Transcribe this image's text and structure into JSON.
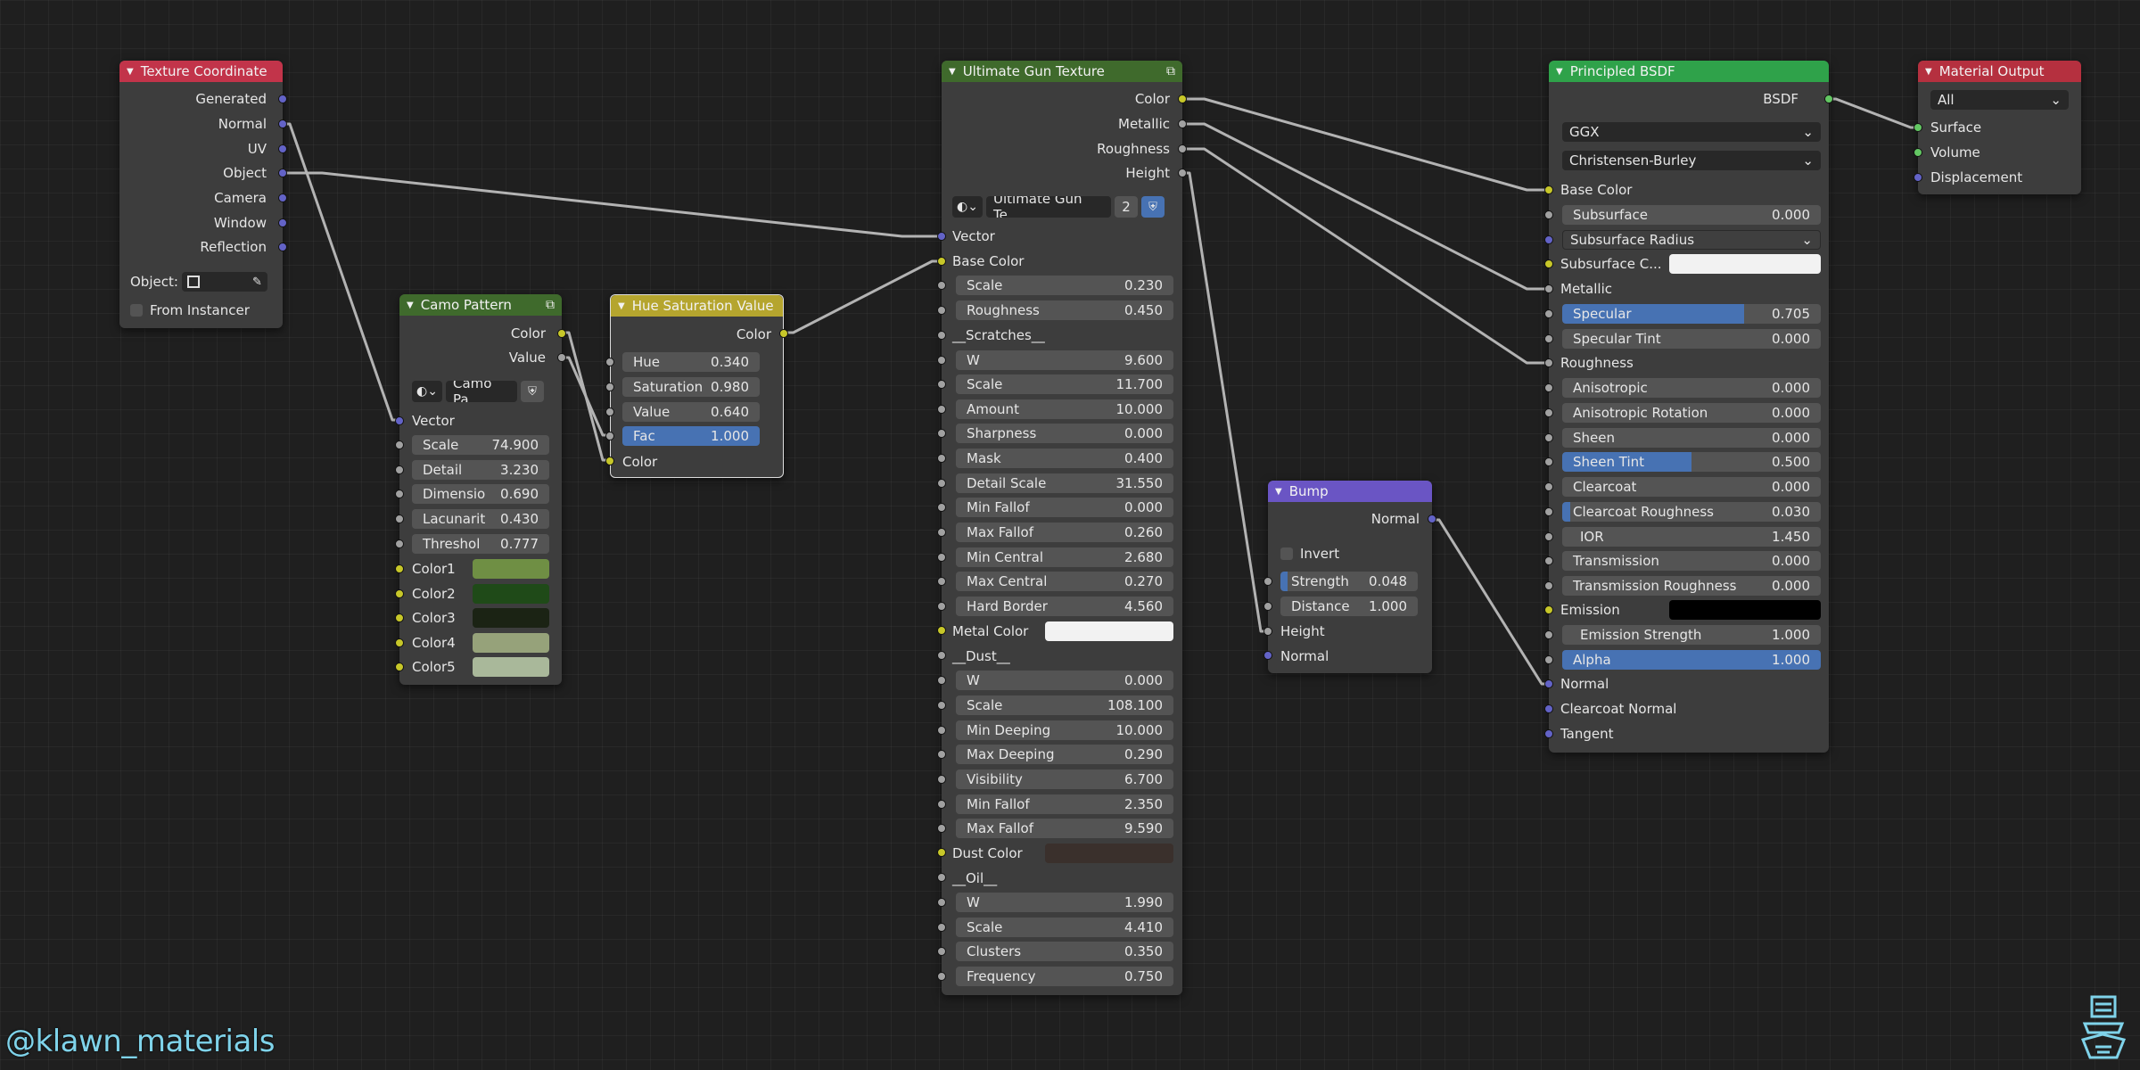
{
  "nodes": {
    "texture_coordinate": {
      "title": "Texture Coordinate",
      "outputs": [
        "Generated",
        "Normal",
        "UV",
        "Object",
        "Camera",
        "Window",
        "Reflection"
      ],
      "object_label": "Object:",
      "from_instancer": "From Instancer"
    },
    "camo_pattern": {
      "title": "Camo Pattern",
      "out_color": "Color",
      "out_value": "Value",
      "datablock_name": "Camo Pa...",
      "vector": "Vector",
      "fields": [
        {
          "label": "Scale",
          "value": "74.900"
        },
        {
          "label": "Detail",
          "value": "3.230"
        },
        {
          "label": "Dimensio",
          "value": "0.690"
        },
        {
          "label": "Lacunarit",
          "value": "0.430"
        },
        {
          "label": "Threshol",
          "value": "0.777"
        }
      ],
      "colors": [
        {
          "label": "Color1",
          "hex": "#6f8f44"
        },
        {
          "label": "Color2",
          "hex": "#1f4a18"
        },
        {
          "label": "Color3",
          "hex": "#1b2314"
        },
        {
          "label": "Color4",
          "hex": "#96a27a"
        },
        {
          "label": "Color5",
          "hex": "#a9b89a"
        }
      ]
    },
    "hue_sat": {
      "title": "Hue Saturation Value",
      "out_color": "Color",
      "fields": [
        {
          "label": "Hue",
          "value": "0.340"
        },
        {
          "label": "Saturation",
          "value": "0.980"
        },
        {
          "label": "Value",
          "value": "0.640"
        },
        {
          "label": "Fac",
          "value": "1.000"
        }
      ],
      "in_color": "Color"
    },
    "ultimate_gun": {
      "title": "Ultimate Gun Texture",
      "outputs": [
        "Color",
        "Metallic",
        "Roughness",
        "Height"
      ],
      "datablock_name": "Ultimate Gun Te...",
      "datablock_users": "2",
      "vector": "Vector",
      "base_color": "Base Color",
      "base_fields": [
        {
          "label": "Scale",
          "value": "0.230"
        },
        {
          "label": "Roughness",
          "value": "0.450"
        }
      ],
      "scratches_label": "__Scratches__",
      "scratches_fields": [
        {
          "label": "W",
          "value": "9.600"
        },
        {
          "label": "Scale",
          "value": "11.700"
        },
        {
          "label": "Amount",
          "value": "10.000"
        },
        {
          "label": "Sharpness",
          "value": "0.000"
        },
        {
          "label": "Mask",
          "value": "0.400"
        },
        {
          "label": "Detail Scale",
          "value": "31.550"
        },
        {
          "label": "Min Fallof",
          "value": "0.000"
        },
        {
          "label": "Max Fallof",
          "value": "0.260"
        },
        {
          "label": "Min Central",
          "value": "2.680"
        },
        {
          "label": "Max Central",
          "value": "0.270"
        },
        {
          "label": "Hard Border",
          "value": "4.560"
        }
      ],
      "metal_color": {
        "label": "Metal Color",
        "hex": "#f2f2f2"
      },
      "dust_label": "__Dust__",
      "dust_fields": [
        {
          "label": "W",
          "value": "0.000"
        },
        {
          "label": "Scale",
          "value": "108.100"
        },
        {
          "label": "Min Deeping",
          "value": "10.000"
        },
        {
          "label": "Max Deeping",
          "value": "0.290"
        },
        {
          "label": "Visibility",
          "value": "6.700"
        },
        {
          "label": "Min Fallof",
          "value": "2.350"
        },
        {
          "label": "Max Fallof",
          "value": "9.590"
        }
      ],
      "dust_color": {
        "label": "Dust Color",
        "hex": "#3a302c"
      },
      "oil_label": "__Oil__",
      "oil_fields": [
        {
          "label": "W",
          "value": "1.990"
        },
        {
          "label": "Scale",
          "value": "4.410"
        },
        {
          "label": "Clusters",
          "value": "0.350"
        },
        {
          "label": "Frequency",
          "value": "0.750"
        }
      ]
    },
    "bump": {
      "title": "Bump",
      "out_normal": "Normal",
      "invert": "Invert",
      "fields": [
        {
          "label": "Strength",
          "value": "0.048",
          "fill": 0.048
        },
        {
          "label": "Distance",
          "value": "1.000"
        }
      ],
      "in_height": "Height",
      "in_normal": "Normal"
    },
    "principled": {
      "title": "Principled BSDF",
      "out_bsdf": "BSDF",
      "distribution": "GGX",
      "subsurface_method": "Christensen-Burley",
      "base_color": "Base Color",
      "subsurface": {
        "label": "Subsurface",
        "value": "0.000"
      },
      "subsurface_radius": "Subsurface Radius",
      "subsurface_color": {
        "label": "Subsurface C...",
        "hex": "#f2f2f2"
      },
      "metallic": "Metallic",
      "specular": {
        "label": "Specular",
        "value": "0.705",
        "fill": 0.705
      },
      "specular_tint": {
        "label": "Specular Tint",
        "value": "0.000"
      },
      "roughness": "Roughness",
      "fields2": [
        {
          "label": "Anisotropic",
          "value": "0.000"
        },
        {
          "label": "Anisotropic Rotation",
          "value": "0.000"
        },
        {
          "label": "Sheen",
          "value": "0.000"
        },
        {
          "label": "Sheen Tint",
          "value": "0.500",
          "fill": 0.5
        },
        {
          "label": "Clearcoat",
          "value": "0.000"
        },
        {
          "label": "Clearcoat Roughness",
          "value": "0.030",
          "fill": 0.03
        },
        {
          "label": "IOR",
          "value": "1.450"
        },
        {
          "label": "Transmission",
          "value": "0.000"
        },
        {
          "label": "Transmission Roughness",
          "value": "0.000"
        }
      ],
      "emission": {
        "label": "Emission",
        "hex": "#000000"
      },
      "emission_strength": {
        "label": "Emission Strength",
        "value": "1.000"
      },
      "alpha": {
        "label": "Alpha",
        "value": "1.000",
        "fill": 1
      },
      "normal": "Normal",
      "clearcoat_normal": "Clearcoat Normal",
      "tangent": "Tangent"
    },
    "material_output": {
      "title": "Material Output",
      "target": "All",
      "inputs": [
        "Surface",
        "Volume",
        "Displacement"
      ]
    }
  },
  "colors": {
    "input_header": "#c2344a",
    "group_header": "#3f6a2c",
    "color_header": "#b5a52e",
    "vector_header": "#6a55c4",
    "shader_header": "#2fa24a",
    "output_header": "#b5303f",
    "socket_color": "#c7c729",
    "socket_float": "#a1a1a1",
    "socket_vector": "#6363c7",
    "socket_shader": "#63c763"
  },
  "watermark": "@klawn_materials"
}
